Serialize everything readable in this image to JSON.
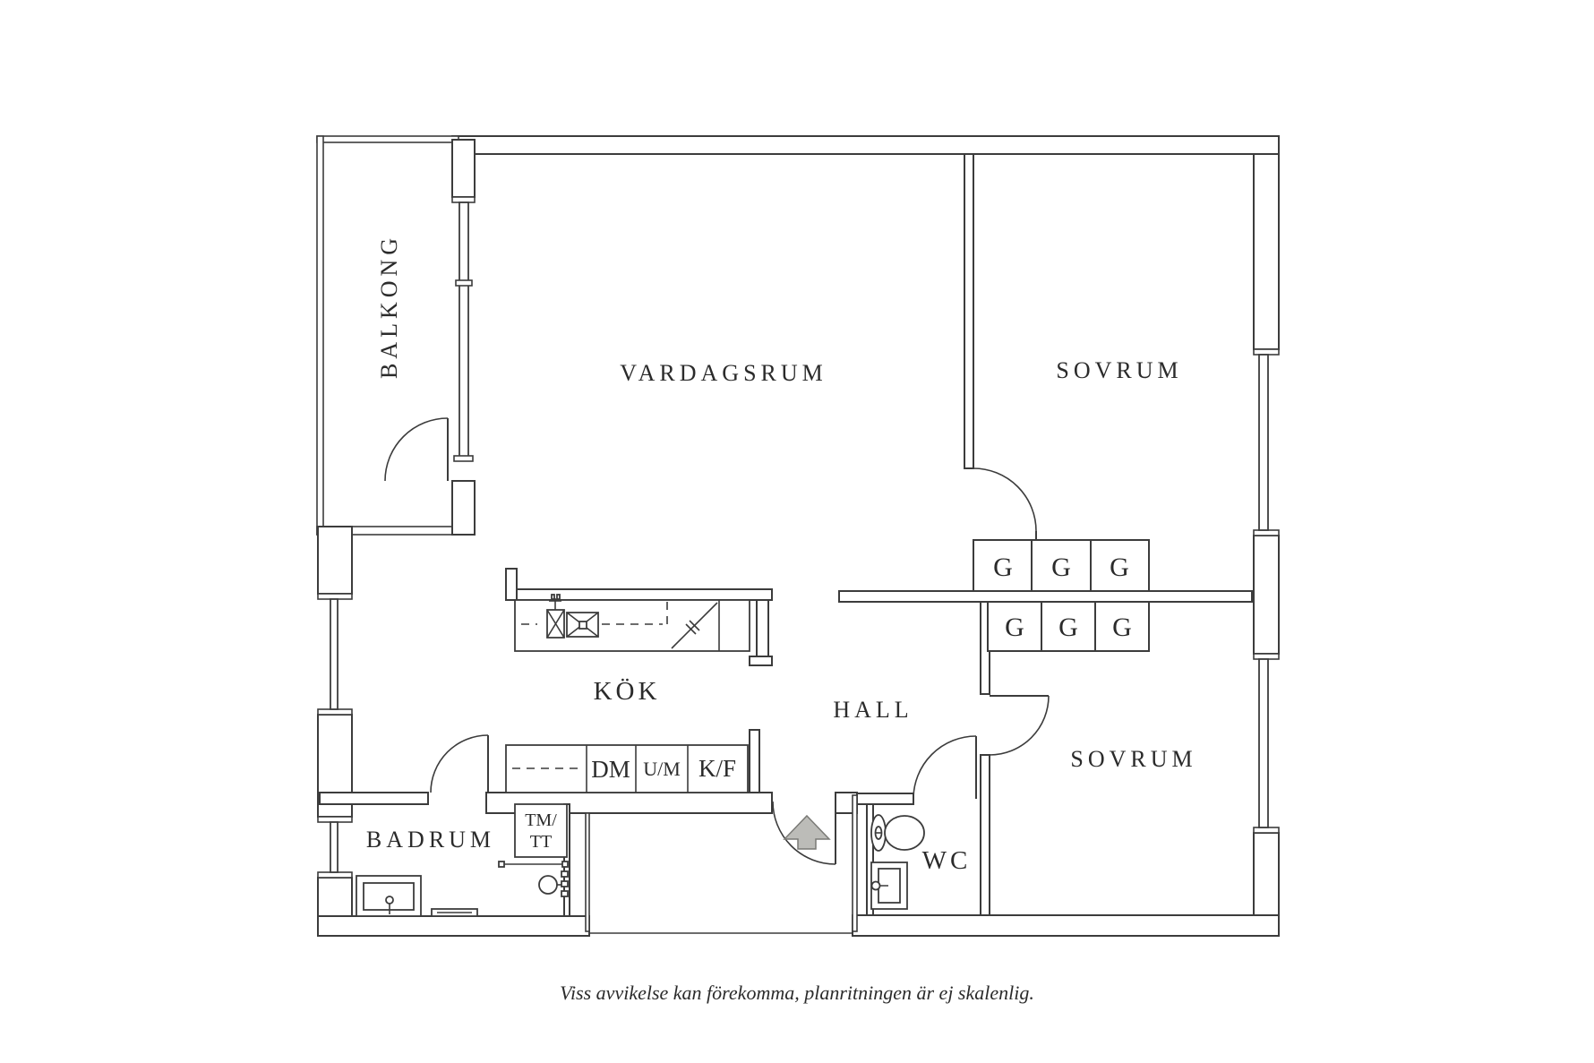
{
  "plan": {
    "type": "apartment-floor-plan",
    "rooms": {
      "balcony": "BALKONG",
      "living_room": "VARDAGSRUM",
      "bedroom_top": "SOVRUM",
      "bedroom_bottom": "SOVRUM",
      "kitchen": "KÖK",
      "hall": "HALL",
      "bathroom": "BADRUM",
      "wc": "WC"
    },
    "appliances": {
      "dishwasher": "DM",
      "oven_microwave": "U/M",
      "fridge_freezer": "K/F",
      "washer_line1": "TM/",
      "washer_line2": "TT"
    },
    "closets": {
      "top_row": [
        "G",
        "G",
        "G"
      ],
      "bottom_row": [
        "G",
        "G",
        "G"
      ]
    },
    "icons": {
      "entrance_arrow": "arrow-up"
    },
    "footer": {
      "disclaimer": "Viss avvikelse kan förekomma, planritningen är ej skalenlig."
    },
    "colors": {
      "wall": "#3c3c3c",
      "text": "#2b2b2b",
      "arrow_fill": "#bcbcb8",
      "arrow_stroke": "#7a7a76",
      "bg": "#ffffff"
    }
  }
}
